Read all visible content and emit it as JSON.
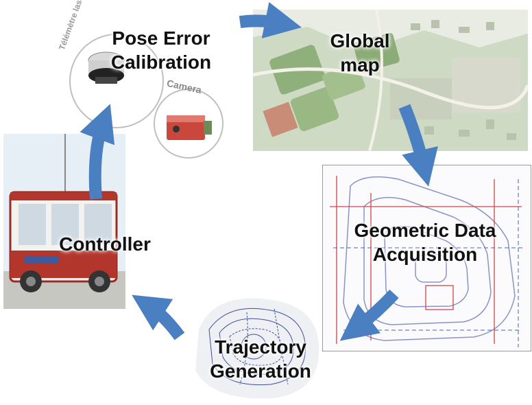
{
  "stages": {
    "pose": {
      "line1": "Pose Error",
      "line2": "Calibration"
    },
    "global": {
      "line1": "Global",
      "line2": "map"
    },
    "geometric": {
      "line1": "Geometric Data",
      "line2": "Acquisition"
    },
    "trajectory": {
      "line1": "Trajectory",
      "line2": "Generation"
    },
    "controller": {
      "line1": "Controller"
    }
  },
  "sensor_labels": {
    "telemeter": "Télémètre laser",
    "camera": "Camera"
  },
  "colors": {
    "arrow": "#4a7fc1",
    "cad_red": "#d24545",
    "cad_blue": "#4a5fb8",
    "satellite_green": "#7fa06a",
    "vehicle_red": "#b3362c"
  },
  "icons": [
    "laser-rangefinder-icon",
    "camera-icon",
    "satellite-map-image",
    "cad-plan-image",
    "trajectory-plot-image",
    "vehicle-photo"
  ]
}
